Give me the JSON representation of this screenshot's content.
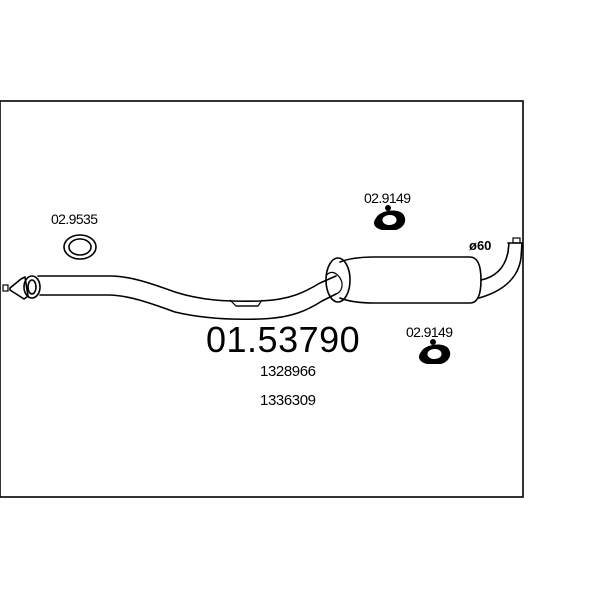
{
  "part": {
    "main_number": "01.53790",
    "oem_numbers": [
      "1328966",
      "1336309"
    ],
    "diameter": "ø60"
  },
  "accessories": {
    "gasket": "02.9535",
    "clamp_top": "02.9149",
    "clamp_bottom": "02.9149"
  }
}
